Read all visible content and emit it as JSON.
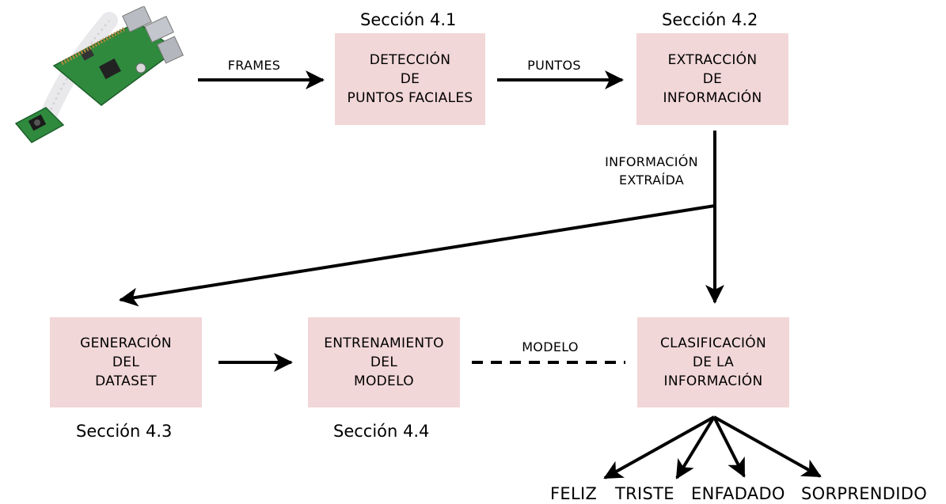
{
  "sections": {
    "s41": "Sección 4.1",
    "s42": "Sección 4.2",
    "s43": "Sección 4.3",
    "s44": "Sección 4.4"
  },
  "boxes": {
    "deteccion": "DETECCIÓN\nDE\nPUNTOS FACIALES",
    "extraccion": "EXTRACCIÓN\nDE\nINFORMACIÓN",
    "generacion": "GENERACIÓN\nDEL\nDATASET",
    "entrenamiento": "ENTRENAMIENTO\nDEL\nMODELO",
    "clasificacion": "CLASIFICACIÓN\nDE LA\nINFORMACIÓN"
  },
  "edge_labels": {
    "frames": "FRAMES",
    "puntos": "PUNTOS",
    "informacion_extraida": "INFORMACIÓN\nEXTRAÍDA",
    "modelo": "MODELO"
  },
  "emotions": [
    "FELIZ",
    "TRISTE",
    "ENFADADO",
    "SORPRENDIDO"
  ],
  "icons": {
    "camera": "raspberry-pi-camera-icon"
  },
  "colors": {
    "box_fill": "#f2d7d8",
    "arrow": "#000000",
    "board": "#2f8a3e"
  }
}
